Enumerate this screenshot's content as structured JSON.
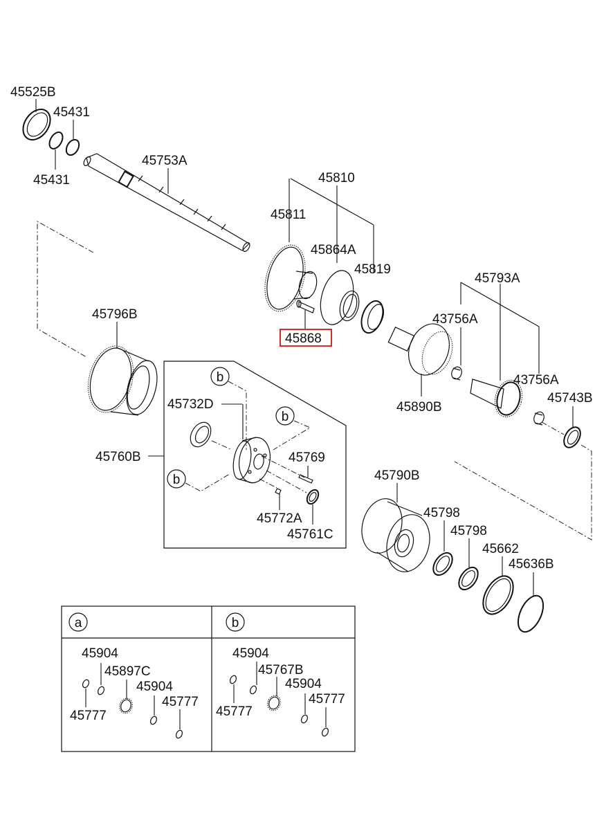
{
  "diagram": {
    "title": "Exploded parts diagram",
    "highlight_color": "#d42a2a",
    "part_labels": {
      "p45525B": "45525B",
      "p45431_top": "45431",
      "p45431_bottom": "45431",
      "p45753A": "45753A",
      "p45810": "45810",
      "p45811": "45811",
      "p45864A": "45864A",
      "p45819": "45819",
      "p45868": "45868",
      "p45793A": "45793A",
      "p43756A_1": "43756A",
      "p43756A_2": "43756A",
      "p45890B": "45890B",
      "p45743B": "45743B",
      "p45796B": "45796B",
      "p45732D": "45732D",
      "p45760B": "45760B",
      "p45769": "45769",
      "p45772A": "45772A",
      "p45761C": "45761C",
      "p45790B": "45790B",
      "p45798_1": "45798",
      "p45798_2": "45798",
      "p45662": "45662",
      "p45636B": "45636B"
    },
    "callouts": {
      "b1": "b",
      "b2": "b",
      "b3": "b"
    },
    "highlighted_part": "45868"
  },
  "legend_table": {
    "columns": [
      {
        "key": "a",
        "labels": [
          "45904",
          "45897C",
          "45904",
          "45777",
          "45777"
        ]
      },
      {
        "key": "b",
        "labels": [
          "45904",
          "45767B",
          "45904",
          "45777",
          "45777"
        ]
      }
    ]
  }
}
